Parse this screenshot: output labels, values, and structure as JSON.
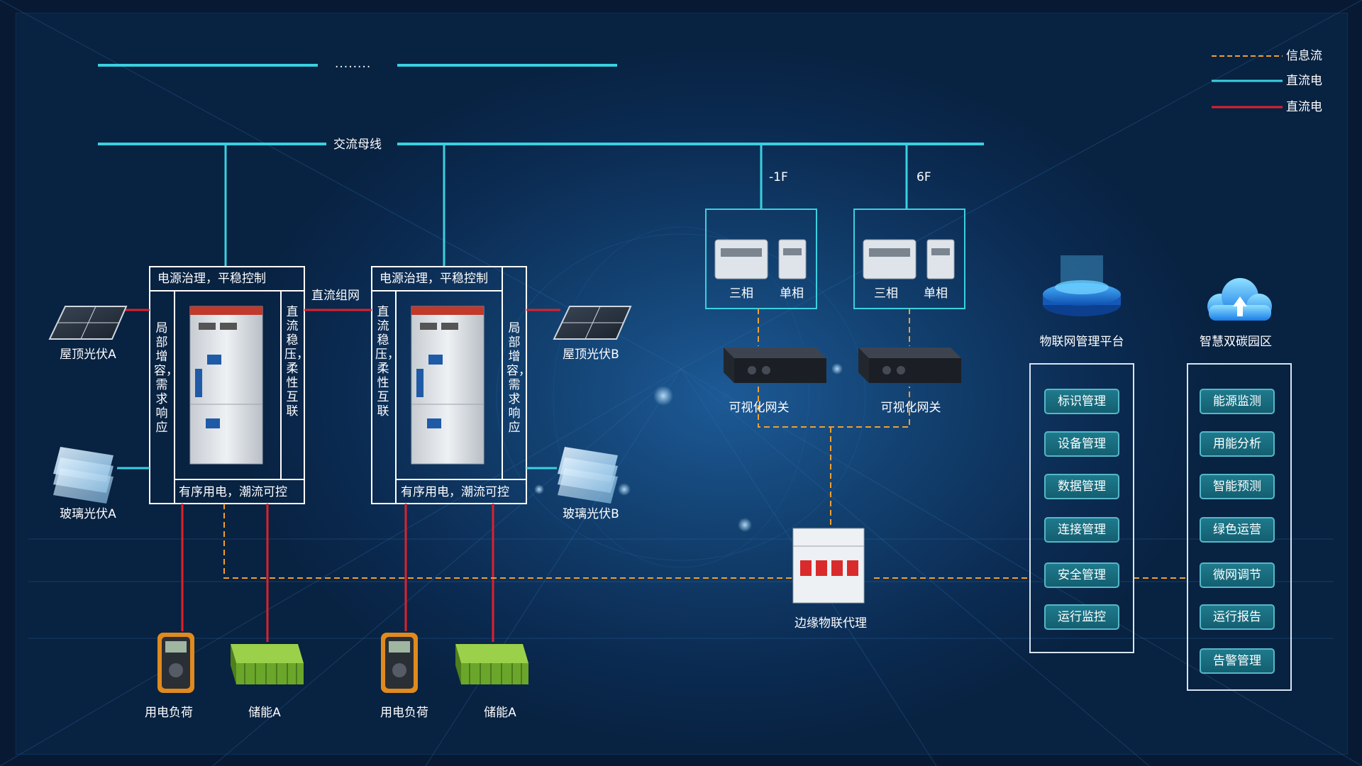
{
  "legend": {
    "items": [
      {
        "label": "信息流",
        "style": "dashed",
        "color": "#f0a030"
      },
      {
        "label": "直流电",
        "style": "solid",
        "color": "#3ad0e0"
      },
      {
        "label": "直流电",
        "style": "solid",
        "color": "#e0202a"
      }
    ]
  },
  "bus": {
    "top_dots": "........",
    "ac_bus_label": "交流母线",
    "dc_network_label": "直流组网"
  },
  "floors": [
    {
      "label": "-1F",
      "meters": [
        "三相",
        "单相"
      ],
      "gateway": "可视化网关"
    },
    {
      "label": "6F",
      "meters": [
        "三相",
        "单相"
      ],
      "gateway": "可视化网关"
    }
  ],
  "controllers": [
    {
      "header": "电源治理，平稳控制",
      "footer": "有序用电，潮流可控",
      "left_text": "局部增容，需求响应",
      "right_text": "直流稳压，柔性互联"
    },
    {
      "header": "电源治理，平稳控制",
      "footer": "有序用电，潮流可控",
      "left_text": "直流稳压，柔性互联",
      "right_text": "局部增容，需求响应"
    }
  ],
  "sources": {
    "roof_pv_a": "屋顶光伏A",
    "glass_pv_a": "玻璃光伏A",
    "roof_pv_b": "屋顶光伏B",
    "glass_pv_b": "玻璃光伏B"
  },
  "loads": [
    {
      "load": "用电负荷",
      "storage": "储能A"
    },
    {
      "load": "用电负荷",
      "storage": "储能A"
    }
  ],
  "edge_agent": "边缘物联代理",
  "iot_platform": {
    "title": "物联网管理平台",
    "items": [
      "标识管理",
      "设备管理",
      "数据管理",
      "连接管理",
      "安全管理",
      "运行监控"
    ]
  },
  "smart_park": {
    "title": "智慧双碳园区",
    "items": [
      "能源监测",
      "用能分析",
      "智能预测",
      "绿色运营",
      "微网调节",
      "运行报告",
      "告警管理"
    ]
  },
  "colors": {
    "bus_line": "#3ad0e0",
    "dc_line": "#e0202a",
    "info_flow": "#f0a030",
    "button_bg": "#1a6f80",
    "background": "#0b2b52"
  }
}
